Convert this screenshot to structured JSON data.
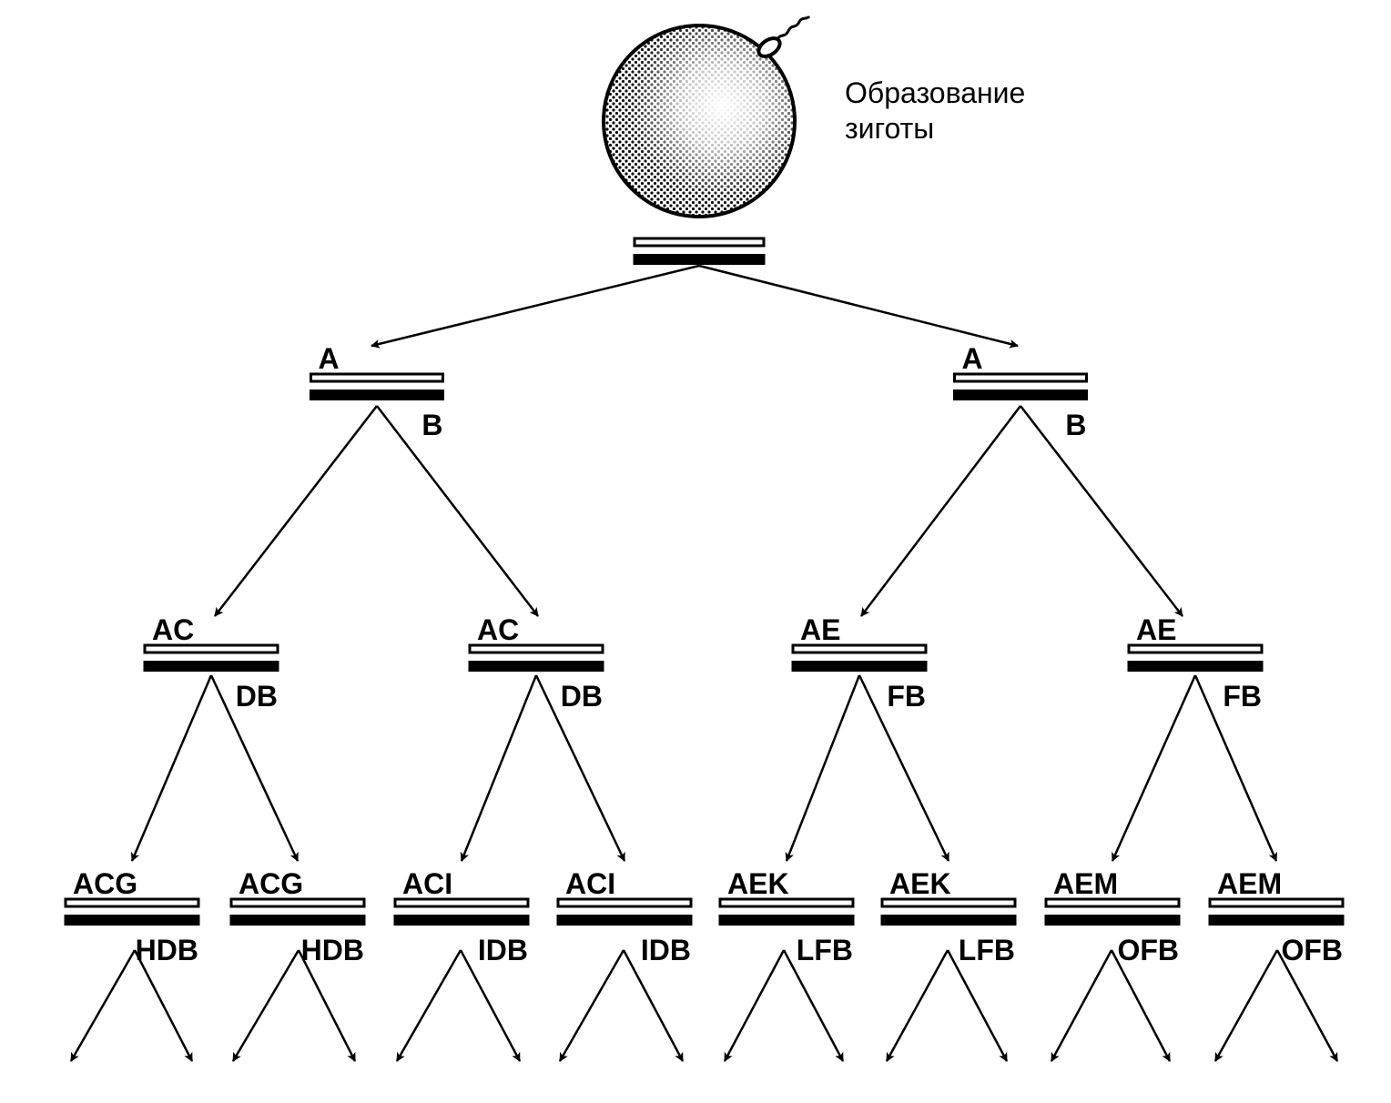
{
  "caption": {
    "line1": "Образование",
    "line2": "зиготы"
  },
  "levels": [
    {
      "nodes": [
        {
          "top": "",
          "bottom": ""
        }
      ]
    },
    {
      "nodes": [
        {
          "top": "A",
          "bottom": "B"
        },
        {
          "top": "A",
          "bottom": "B"
        }
      ]
    },
    {
      "nodes": [
        {
          "top": "AC",
          "bottom": "DB"
        },
        {
          "top": "AC",
          "bottom": "DB"
        },
        {
          "top": "AE",
          "bottom": "FB"
        },
        {
          "top": "AE",
          "bottom": "FB"
        }
      ]
    },
    {
      "nodes": [
        {
          "top": "ACG",
          "bottom": "HDB"
        },
        {
          "top": "ACG",
          "bottom": "HDB"
        },
        {
          "top": "ACI",
          "bottom": "IDB"
        },
        {
          "top": "ACI",
          "bottom": "IDB"
        },
        {
          "top": "AEK",
          "bottom": "LFB"
        },
        {
          "top": "AEK",
          "bottom": "LFB"
        },
        {
          "top": "AEM",
          "bottom": "OFB"
        },
        {
          "top": "AEM",
          "bottom": "OFB"
        }
      ]
    }
  ]
}
